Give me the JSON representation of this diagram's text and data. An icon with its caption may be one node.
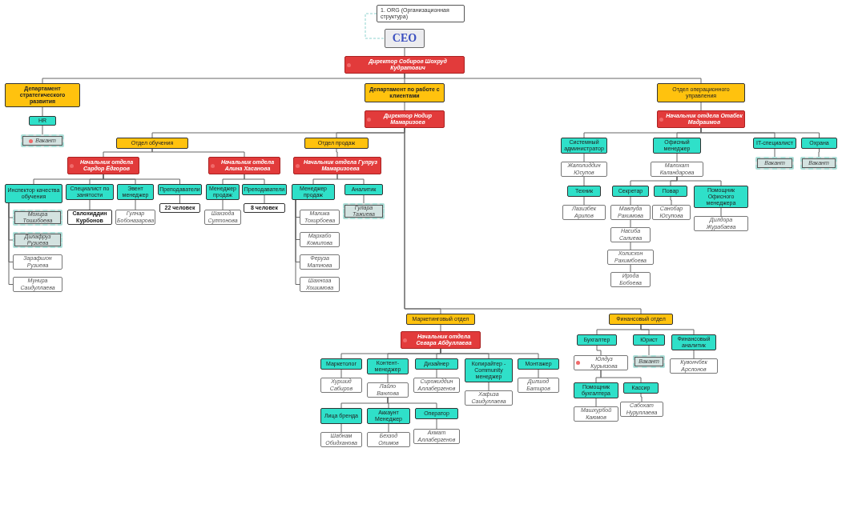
{
  "diagram": {
    "nodes": [
      {
        "text": [
          "1. ORG (Организационная структура)"
        ]
      },
      {
        "text": [
          "CEO"
        ]
      },
      {
        "text": [
          "Директор Собиров Шохруд Кудратович"
        ]
      },
      {
        "text": [
          "Департамент стратегического развития"
        ]
      },
      {
        "text": [
          "HR"
        ]
      },
      {
        "text": [
          "Вакант"
        ]
      },
      {
        "text": [
          "Департамент по работе с клиентами"
        ]
      },
      {
        "text": [
          "Директор Нодир Мамаризоев"
        ]
      },
      {
        "text": [
          "Отдел обучения"
        ]
      },
      {
        "text": [
          "Начальник отдела Сардор Ёдгоров"
        ]
      },
      {
        "text": [
          "Инспектор качества обучения"
        ]
      },
      {
        "text": [
          "Мохира Тошибоева"
        ]
      },
      {
        "text": [
          "Дилафруз Рузиева"
        ]
      },
      {
        "text": [
          "Зарафшон Рузиева"
        ]
      },
      {
        "text": [
          "Мунира Саидуллаева"
        ]
      },
      {
        "text": [
          "Специалист по занятости"
        ]
      },
      {
        "text": [
          "Салохиддин Курбонов"
        ]
      },
      {
        "text": [
          "Эвент менеджер"
        ]
      },
      {
        "text": [
          "Гулнар Бобоназарова"
        ]
      },
      {
        "text": [
          "Преподаватели"
        ]
      },
      {
        "text": [
          "22 человек"
        ]
      },
      {
        "text": [
          "Начальник отдела Алина Хасанова"
        ]
      },
      {
        "text": [
          "Менеджер продаж"
        ]
      },
      {
        "text": [
          "Шахзода Султонова"
        ]
      },
      {
        "text": [
          "Преподаватели"
        ]
      },
      {
        "text": [
          "8 человек"
        ]
      },
      {
        "text": [
          "Отдел продаж"
        ]
      },
      {
        "text": [
          "Начальник отдела Гулруз Мамаризоева"
        ]
      },
      {
        "text": [
          "Менеджер продаж"
        ]
      },
      {
        "text": [
          "Малика Тохирбоева"
        ]
      },
      {
        "text": [
          "Мархабо Комилова"
        ]
      },
      {
        "text": [
          "Феруза Матнова"
        ]
      },
      {
        "text": [
          "Шахноза Хошимова"
        ]
      },
      {
        "text": [
          "Аналитик"
        ]
      },
      {
        "text": [
          "Гулара Тажиева"
        ]
      },
      {
        "text": [
          "Маркетинговый отдел"
        ]
      },
      {
        "text": [
          "Начальник отдела Севара Абдуллаева"
        ]
      },
      {
        "text": [
          "Маркетолог"
        ]
      },
      {
        "text": [
          "Хуршид Сабиров"
        ]
      },
      {
        "text": [
          "Контент-менеджер"
        ]
      },
      {
        "text": [
          "Лайло Ванлова"
        ]
      },
      {
        "text": [
          "Лица бренда"
        ]
      },
      {
        "text": [
          "Шабнам Обидханова"
        ]
      },
      {
        "text": [
          "Аккаунт Менеджер"
        ]
      },
      {
        "text": [
          "Бехзод Олимов"
        ]
      },
      {
        "text": [
          "Оператор"
        ]
      },
      {
        "text": [
          "Ахмат Аллабергенов"
        ]
      },
      {
        "text": [
          "Дизайнер"
        ]
      },
      {
        "text": [
          "Сирожиддин Аллабергенов"
        ]
      },
      {
        "text": [
          "Копирайтер - Community менеджер"
        ]
      },
      {
        "text": [
          "Хафиза Саидуллаева"
        ]
      },
      {
        "text": [
          "Монтажер"
        ]
      },
      {
        "text": [
          "Дилшод Батиров"
        ]
      },
      {
        "text": [
          "Финансовый отдел"
        ]
      },
      {
        "text": [
          "Бухгалтер"
        ]
      },
      {
        "text": [
          "Юлдуз Курьязова"
        ]
      },
      {
        "text": [
          "Помощник бухгалтера"
        ]
      },
      {
        "text": [
          "Машхурбой Каюмов"
        ]
      },
      {
        "text": [
          "Кассир"
        ]
      },
      {
        "text": [
          "Сабохат Нуруллаева"
        ]
      },
      {
        "text": [
          "Юрист"
        ]
      },
      {
        "text": [
          "Вакант"
        ]
      },
      {
        "text": [
          "Финансовый аналитик"
        ]
      },
      {
        "text": [
          "Кувончбек Арслонов"
        ]
      },
      {
        "text": [
          "Отдел операционного управления"
        ]
      },
      {
        "text": [
          "Начальник отдела Отабек Мадраимов"
        ]
      },
      {
        "text": [
          "Системный администратор"
        ]
      },
      {
        "text": [
          "Жалолиддин Юсупов"
        ]
      },
      {
        "text": [
          "Техник"
        ]
      },
      {
        "text": [
          "Лазизбек Арипов"
        ]
      },
      {
        "text": [
          "Офисный менеджер"
        ]
      },
      {
        "text": [
          "Малохат Каландарова"
        ]
      },
      {
        "text": [
          "Секретар"
        ]
      },
      {
        "text": [
          "Мавлуда Рахимова"
        ]
      },
      {
        "text": [
          "Насиба Салиева"
        ]
      },
      {
        "text": [
          "Холисхон Рахимбоева"
        ]
      },
      {
        "text": [
          "Ирода Бобоева"
        ]
      },
      {
        "text": [
          "Повар"
        ]
      },
      {
        "text": [
          "Санобар Юсупова"
        ]
      },
      {
        "text": [
          "Помощник Офисного менеджера"
        ]
      },
      {
        "text": [
          "Дилдора Журабаева"
        ]
      },
      {
        "text": [
          "IT-специалист"
        ]
      },
      {
        "text": [
          "Вакант"
        ]
      },
      {
        "text": [
          "Охрана"
        ]
      },
      {
        "text": [
          "Вакант"
        ]
      }
    ],
    "edges": [
      {
        "from": 0,
        "to": 1,
        "arrow": "none",
        "style": "dashed",
        "color": "#8fd3cf"
      },
      {
        "from": 1,
        "to": 2,
        "arrow": "none"
      },
      {
        "from": 2,
        "to": 3,
        "arrow": "none"
      },
      {
        "from": 2,
        "to": 6,
        "arrow": "none"
      },
      {
        "from": 2,
        "to": 64,
        "arrow": "none"
      },
      {
        "from": 3,
        "to": 4,
        "arrow": "none"
      },
      {
        "from": 4,
        "to": 5,
        "arrow": "none"
      },
      {
        "from": 6,
        "to": 7,
        "arrow": "none"
      },
      {
        "from": 7,
        "to": 8,
        "arrow": "none"
      },
      {
        "from": 7,
        "to": 26,
        "arrow": "none"
      },
      {
        "from": 7,
        "to": 35,
        "arrow": "none"
      },
      {
        "from": 7,
        "to": 53,
        "arrow": "none"
      },
      {
        "from": 8,
        "to": 9,
        "arrow": "none"
      },
      {
        "from": 8,
        "to": 21,
        "arrow": "none"
      },
      {
        "from": 9,
        "to": 10,
        "arrow": "none"
      },
      {
        "from": 10,
        "to": 11,
        "arrow": "none"
      },
      {
        "from": 10,
        "to": 12,
        "arrow": "none"
      },
      {
        "from": 10,
        "to": 13,
        "arrow": "none"
      },
      {
        "from": 10,
        "to": 14,
        "arrow": "none"
      },
      {
        "from": 9,
        "to": 15,
        "arrow": "none"
      },
      {
        "from": 15,
        "to": 16,
        "arrow": "none"
      },
      {
        "from": 9,
        "to": 17,
        "arrow": "none"
      },
      {
        "from": 17,
        "to": 18,
        "arrow": "none"
      },
      {
        "from": 9,
        "to": 19,
        "arrow": "none"
      },
      {
        "from": 19,
        "to": 20,
        "arrow": "none"
      },
      {
        "from": 21,
        "to": 22,
        "arrow": "none"
      },
      {
        "from": 22,
        "to": 23,
        "arrow": "none"
      },
      {
        "from": 21,
        "to": 24,
        "arrow": "none"
      },
      {
        "from": 24,
        "to": 25,
        "arrow": "none"
      },
      {
        "from": 26,
        "to": 27,
        "arrow": "none"
      },
      {
        "from": 27,
        "to": 28,
        "arrow": "none"
      },
      {
        "from": 28,
        "to": 29,
        "arrow": "none"
      },
      {
        "from": 28,
        "to": 30,
        "arrow": "none"
      },
      {
        "from": 28,
        "to": 31,
        "arrow": "none"
      },
      {
        "from": 28,
        "to": 32,
        "arrow": "none"
      },
      {
        "from": 27,
        "to": 33,
        "arrow": "none"
      },
      {
        "from": 33,
        "to": 34,
        "arrow": "none"
      },
      {
        "from": 35,
        "to": 36,
        "arrow": "none"
      },
      {
        "from": 36,
        "to": 37,
        "arrow": "none"
      },
      {
        "from": 37,
        "to": 38,
        "arrow": "none"
      },
      {
        "from": 36,
        "to": 39,
        "arrow": "none"
      },
      {
        "from": 39,
        "to": 40,
        "arrow": "none"
      },
      {
        "from": 40,
        "to": 41,
        "arrow": "none"
      },
      {
        "from": 41,
        "to": 42,
        "arrow": "none"
      },
      {
        "from": 40,
        "to": 43,
        "arrow": "none"
      },
      {
        "from": 43,
        "to": 44,
        "arrow": "none"
      },
      {
        "from": 40,
        "to": 45,
        "arrow": "none"
      },
      {
        "from": 45,
        "to": 46,
        "arrow": "none"
      },
      {
        "from": 36,
        "to": 47,
        "arrow": "none"
      },
      {
        "from": 47,
        "to": 48,
        "arrow": "none"
      },
      {
        "from": 36,
        "to": 49,
        "arrow": "none"
      },
      {
        "from": 49,
        "to": 50,
        "arrow": "none"
      },
      {
        "from": 36,
        "to": 51,
        "arrow": "none"
      },
      {
        "from": 51,
        "to": 52,
        "arrow": "none"
      },
      {
        "from": 53,
        "to": 54,
        "arrow": "none"
      },
      {
        "from": 54,
        "to": 55,
        "arrow": "none"
      },
      {
        "from": 55,
        "to": 56,
        "arrow": "none"
      },
      {
        "from": 56,
        "to": 57,
        "arrow": "none"
      },
      {
        "from": 55,
        "to": 58,
        "arrow": "none"
      },
      {
        "from": 58,
        "to": 59,
        "arrow": "none"
      },
      {
        "from": 53,
        "to": 60,
        "arrow": "none"
      },
      {
        "from": 60,
        "to": 61,
        "arrow": "none"
      },
      {
        "from": 53,
        "to": 62,
        "arrow": "none"
      },
      {
        "from": 62,
        "to": 63,
        "arrow": "none"
      },
      {
        "from": 64,
        "to": 65,
        "arrow": "none"
      },
      {
        "from": 65,
        "to": 66,
        "arrow": "none"
      },
      {
        "from": 66,
        "to": 67,
        "arrow": "none"
      },
      {
        "from": 67,
        "to": 68,
        "arrow": "none"
      },
      {
        "from": 68,
        "to": 69,
        "arrow": "none"
      },
      {
        "from": 65,
        "to": 70,
        "arrow": "none"
      },
      {
        "from": 70,
        "to": 71,
        "arrow": "none"
      },
      {
        "from": 71,
        "to": 72,
        "arrow": "none"
      },
      {
        "from": 72,
        "to": 73,
        "arrow": "none"
      },
      {
        "from": 73,
        "to": 74,
        "arrow": "none"
      },
      {
        "from": 74,
        "to": 75,
        "arrow": "none"
      },
      {
        "from": 75,
        "to": 76,
        "arrow": "none"
      },
      {
        "from": 71,
        "to": 77,
        "arrow": "none"
      },
      {
        "from": 77,
        "to": 78,
        "arrow": "none"
      },
      {
        "from": 71,
        "to": 79,
        "arrow": "none"
      },
      {
        "from": 79,
        "to": 80,
        "arrow": "none"
      },
      {
        "from": 65,
        "to": 81,
        "arrow": "none"
      },
      {
        "from": 81,
        "to": 82,
        "arrow": "none"
      },
      {
        "from": 65,
        "to": 83,
        "arrow": "none"
      },
      {
        "from": 83,
        "to": 84,
        "arrow": "none"
      }
    ]
  }
}
